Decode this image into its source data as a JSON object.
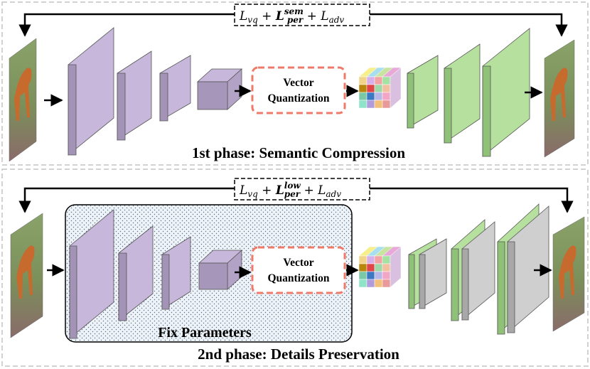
{
  "phase1": {
    "title": "1st phase: Semantic Compression",
    "vq_line1": "Vector",
    "vq_line2": "Quantization",
    "loss": {
      "a": "L",
      "a_sub": "vq",
      "plus1": " + ",
      "b": "L",
      "b_sub": "per",
      "b_sup": "sem",
      "plus2": " + ",
      "c": "L",
      "c_sub": "adv"
    }
  },
  "phase2": {
    "title": "2nd phase: Details Preservation",
    "vq_line1": "Vector",
    "vq_line2": "Quantization",
    "fix_label": "Fix Parameters",
    "loss": {
      "a": "L",
      "a_sub": "vq",
      "plus1": " + ",
      "b": "L",
      "b_sub": "per",
      "b_sup": "low",
      "plus2": " + ",
      "c": "L",
      "c_sub": "adv"
    }
  },
  "colors": {
    "encoder": "#b8a7cc",
    "decoder": "#a3d48a",
    "frozen_decoder": "#c8c8c8",
    "vq_border": "#f07a6a",
    "divider": "#bcbcbc",
    "fix_box_fill": "#eef3f8"
  }
}
